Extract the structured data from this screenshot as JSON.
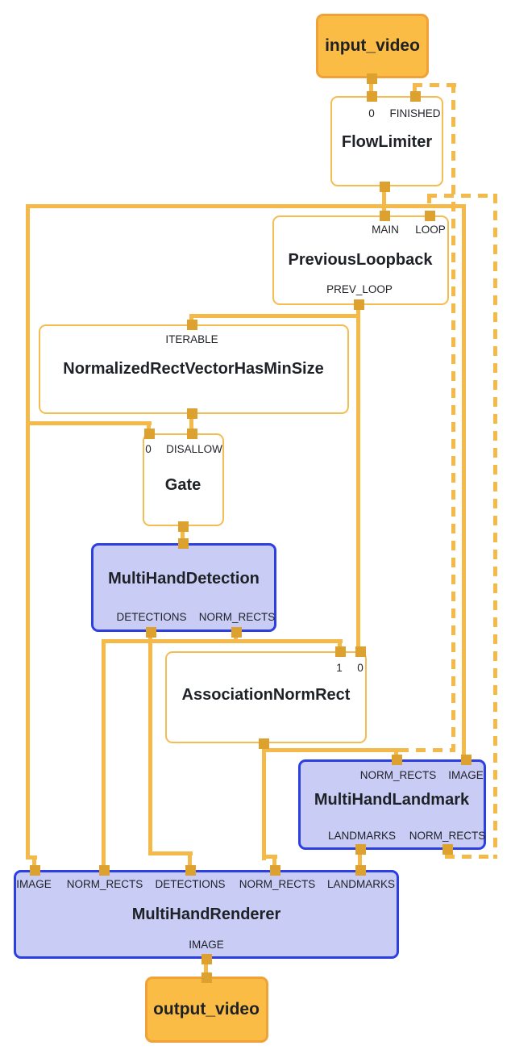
{
  "graph": {
    "nodes": {
      "input_video": {
        "label": "input_video",
        "type": "input-stream"
      },
      "flow_limiter": {
        "label": "FlowLimiter",
        "ports": {
          "in0": "0",
          "finished": "FINISHED"
        }
      },
      "previous_loopback": {
        "label": "PreviousLoopback",
        "ports": {
          "main": "MAIN",
          "loop": "LOOP",
          "prev_loop": "PREV_LOOP"
        }
      },
      "normalized_rect_vector_has_min_size": {
        "label": "NormalizedRectVectorHasMinSize",
        "ports": {
          "iterable": "ITERABLE"
        }
      },
      "gate": {
        "label": "Gate",
        "ports": {
          "in0": "0",
          "disallow": "DISALLOW"
        }
      },
      "multi_hand_detection": {
        "label": "MultiHandDetection",
        "ports": {
          "detections": "DETECTIONS",
          "norm_rects": "NORM_RECTS"
        }
      },
      "association_norm_rect": {
        "label": "AssociationNormRect",
        "ports": {
          "in1": "1",
          "in0": "0"
        }
      },
      "multi_hand_landmark": {
        "label": "MultiHandLandmark",
        "ports": {
          "norm_rects_in": "NORM_RECTS",
          "image_in": "IMAGE",
          "landmarks_out": "LANDMARKS",
          "norm_rects_out": "NORM_RECTS"
        }
      },
      "multi_hand_renderer": {
        "label": "MultiHandRenderer",
        "ports": {
          "image_in": "IMAGE",
          "norm_rects_in1": "NORM_RECTS",
          "detections_in": "DETECTIONS",
          "norm_rects_in2": "NORM_RECTS",
          "landmarks_in": "LANDMARKS",
          "image_out": "IMAGE"
        }
      },
      "output_video": {
        "label": "output_video",
        "type": "output-stream"
      }
    },
    "edges": [
      {
        "from": "input_video",
        "to": "flow_limiter:0",
        "style": "solid"
      },
      {
        "from": "flow_limiter:out",
        "to": "previous_loopback:MAIN",
        "style": "solid"
      },
      {
        "from": "flow_limiter:out",
        "to": "gate:0",
        "style": "solid"
      },
      {
        "from": "flow_limiter:out",
        "to": "multi_hand_landmark:IMAGE",
        "style": "solid"
      },
      {
        "from": "flow_limiter:out",
        "to": "multi_hand_renderer:IMAGE",
        "style": "solid"
      },
      {
        "from": "previous_loopback:PREV_LOOP",
        "to": "normalized_rect_vector_has_min_size:ITERABLE",
        "style": "solid"
      },
      {
        "from": "previous_loopback:PREV_LOOP",
        "to": "association_norm_rect:0",
        "style": "solid"
      },
      {
        "from": "normalized_rect_vector_has_min_size:out",
        "to": "gate:DISALLOW",
        "style": "solid"
      },
      {
        "from": "gate:out",
        "to": "multi_hand_detection:in",
        "style": "solid"
      },
      {
        "from": "multi_hand_detection:DETECTIONS",
        "to": "multi_hand_renderer:DETECTIONS",
        "style": "solid"
      },
      {
        "from": "multi_hand_detection:NORM_RECTS",
        "to": "association_norm_rect:1",
        "style": "solid"
      },
      {
        "from": "multi_hand_detection:NORM_RECTS",
        "to": "multi_hand_renderer:NORM_RECTS",
        "style": "solid"
      },
      {
        "from": "association_norm_rect:out",
        "to": "multi_hand_landmark:NORM_RECTS",
        "style": "solid"
      },
      {
        "from": "association_norm_rect:out",
        "to": "multi_hand_renderer:NORM_RECTS",
        "style": "solid"
      },
      {
        "from": "association_norm_rect:out",
        "to": "flow_limiter:FINISHED",
        "style": "dashed-back-edge"
      },
      {
        "from": "multi_hand_landmark:LANDMARKS",
        "to": "multi_hand_renderer:LANDMARKS",
        "style": "solid"
      },
      {
        "from": "multi_hand_landmark:NORM_RECTS",
        "to": "previous_loopback:LOOP",
        "style": "dashed-back-edge"
      },
      {
        "from": "multi_hand_renderer:IMAGE",
        "to": "output_video",
        "style": "solid"
      }
    ],
    "colors": {
      "wire": "#F5B94A",
      "port": "#DCA12E",
      "stream_node_fill": "#FBBC45",
      "stream_node_border": "#F0A138",
      "calculator_border": "#F5BC52",
      "subgraph_fill": "#C9CCF5",
      "subgraph_border": "#2B3FE3",
      "text": "#1E2126",
      "background": "#FFFFFF"
    }
  }
}
